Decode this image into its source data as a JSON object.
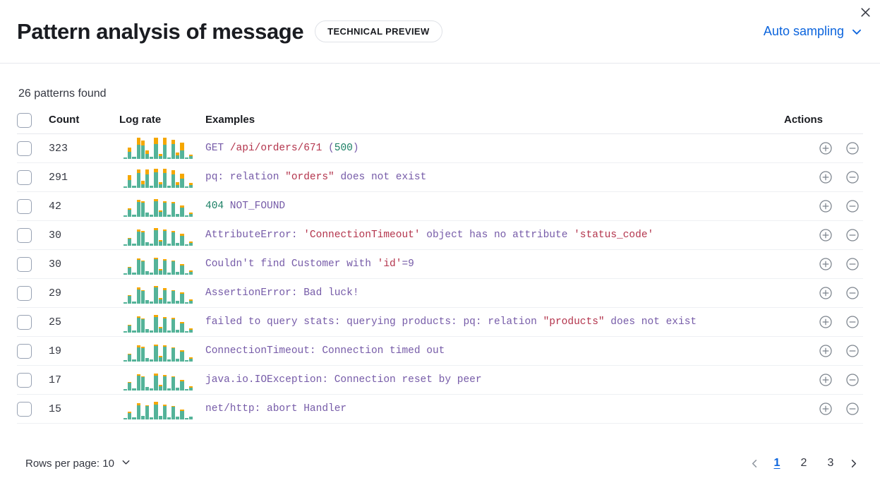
{
  "header": {
    "title": "Pattern analysis of message",
    "badge": "TECHNICAL PREVIEW",
    "sampling_label": "Auto sampling",
    "sampling_icon": "chevron-down-icon",
    "close_icon": "close-icon"
  },
  "summary": {
    "patterns_found": "26 patterns found"
  },
  "table": {
    "columns": {
      "select_all": "",
      "count": "Count",
      "log_rate": "Log rate",
      "examples": "Examples",
      "actions": "Actions"
    },
    "row_actions": {
      "include_icon": "plus-circle-icon",
      "exclude_icon": "minus-circle-icon"
    },
    "rows": [
      {
        "count": "323",
        "example": "GET /api/orders/671 (500)",
        "tokens": [
          {
            "t": "GET ",
            "c": "base"
          },
          {
            "t": "/api/orders/671",
            "c": "red"
          },
          {
            "t": " (",
            "c": "base"
          },
          {
            "t": "500",
            "c": "green"
          },
          {
            "t": ")",
            "c": "base"
          }
        ],
        "spark": [
          [
            2,
            0
          ],
          [
            11,
            7
          ],
          [
            3,
            0
          ],
          [
            25,
            12
          ],
          [
            21,
            9
          ],
          [
            8,
            6
          ],
          [
            3,
            0
          ],
          [
            26,
            11
          ],
          [
            5,
            3
          ],
          [
            23,
            12
          ],
          [
            2,
            0
          ],
          [
            24,
            7
          ],
          [
            6,
            4
          ],
          [
            14,
            12
          ],
          [
            2,
            0
          ],
          [
            4,
            3
          ]
        ]
      },
      {
        "count": "291",
        "example": "pq: relation \"orders\" does not exist",
        "tokens": [
          {
            "t": "pq: relation ",
            "c": "base"
          },
          {
            "t": "\"orders\"",
            "c": "red"
          },
          {
            "t": " does not exist",
            "c": "base"
          }
        ],
        "spark": [
          [
            2,
            0
          ],
          [
            12,
            8
          ],
          [
            3,
            0
          ],
          [
            24,
            6
          ],
          [
            6,
            5
          ],
          [
            22,
            8
          ],
          [
            3,
            0
          ],
          [
            25,
            6
          ],
          [
            6,
            3
          ],
          [
            24,
            7
          ],
          [
            3,
            0
          ],
          [
            22,
            6
          ],
          [
            5,
            4
          ],
          [
            15,
            8
          ],
          [
            2,
            0
          ],
          [
            5,
            3
          ]
        ]
      },
      {
        "count": "42",
        "example": "404 NOT_FOUND",
        "tokens": [
          {
            "t": "404",
            "c": "green"
          },
          {
            "t": " NOT_FOUND",
            "c": "base"
          }
        ],
        "spark": [
          [
            2,
            0
          ],
          [
            11,
            3
          ],
          [
            3,
            0
          ],
          [
            24,
            3
          ],
          [
            23,
            2
          ],
          [
            7,
            0
          ],
          [
            3,
            0
          ],
          [
            25,
            3
          ],
          [
            8,
            2
          ],
          [
            23,
            2
          ],
          [
            3,
            0
          ],
          [
            21,
            3
          ],
          [
            5,
            0
          ],
          [
            15,
            3
          ],
          [
            2,
            0
          ],
          [
            5,
            2
          ]
        ]
      },
      {
        "count": "30",
        "example": "AttributeError: 'ConnectionTimeout' object has no attribute 'status_code'",
        "tokens": [
          {
            "t": "AttributeError: ",
            "c": "base"
          },
          {
            "t": "'ConnectionTimeout'",
            "c": "red"
          },
          {
            "t": " object has no attribute ",
            "c": "base"
          },
          {
            "t": "'status_code'",
            "c": "red"
          }
        ],
        "spark": [
          [
            2,
            0
          ],
          [
            11,
            2
          ],
          [
            3,
            0
          ],
          [
            23,
            3
          ],
          [
            22,
            2
          ],
          [
            6,
            0
          ],
          [
            3,
            0
          ],
          [
            25,
            3
          ],
          [
            7,
            2
          ],
          [
            24,
            2
          ],
          [
            3,
            0
          ],
          [
            22,
            2
          ],
          [
            5,
            0
          ],
          [
            16,
            3
          ],
          [
            2,
            0
          ],
          [
            5,
            2
          ]
        ]
      },
      {
        "count": "30",
        "example": "Couldn't find Customer with 'id'=9",
        "tokens": [
          {
            "t": "Couldn't find Customer with ",
            "c": "base"
          },
          {
            "t": "'id'",
            "c": "red"
          },
          {
            "t": "=9",
            "c": "base"
          }
        ],
        "spark": [
          [
            2,
            0
          ],
          [
            11,
            2
          ],
          [
            3,
            0
          ],
          [
            24,
            2
          ],
          [
            21,
            2
          ],
          [
            6,
            0
          ],
          [
            3,
            0
          ],
          [
            25,
            2
          ],
          [
            7,
            2
          ],
          [
            23,
            2
          ],
          [
            3,
            0
          ],
          [
            21,
            2
          ],
          [
            5,
            0
          ],
          [
            15,
            2
          ],
          [
            2,
            0
          ],
          [
            5,
            2
          ]
        ]
      },
      {
        "count": "29",
        "example": "AssertionError: Bad luck!",
        "tokens": [
          {
            "t": "AssertionError: Bad luck!",
            "c": "base"
          }
        ],
        "spark": [
          [
            2,
            0
          ],
          [
            12,
            2
          ],
          [
            3,
            0
          ],
          [
            23,
            3
          ],
          [
            20,
            2
          ],
          [
            6,
            0
          ],
          [
            3,
            0
          ],
          [
            26,
            2
          ],
          [
            7,
            2
          ],
          [
            22,
            3
          ],
          [
            3,
            0
          ],
          [
            20,
            2
          ],
          [
            5,
            0
          ],
          [
            16,
            2
          ],
          [
            2,
            0
          ],
          [
            5,
            2
          ]
        ]
      },
      {
        "count": "25",
        "example": "failed to query stats: querying products: pq: relation \"products\" does not exist",
        "tokens": [
          {
            "t": "failed to query stats: querying products: pq: relation ",
            "c": "base"
          },
          {
            "t": "\"products\"",
            "c": "red"
          },
          {
            "t": " does not exist",
            "c": "base"
          }
        ],
        "spark": [
          [
            2,
            0
          ],
          [
            11,
            2
          ],
          [
            3,
            0
          ],
          [
            24,
            2
          ],
          [
            21,
            2
          ],
          [
            6,
            0
          ],
          [
            3,
            0
          ],
          [
            25,
            3
          ],
          [
            7,
            2
          ],
          [
            23,
            2
          ],
          [
            3,
            0
          ],
          [
            22,
            2
          ],
          [
            5,
            0
          ],
          [
            15,
            2
          ],
          [
            2,
            0
          ],
          [
            5,
            2
          ]
        ]
      },
      {
        "count": "19",
        "example": "ConnectionTimeout: Connection timed out",
        "tokens": [
          {
            "t": "ConnectionTimeout: Connection timed out",
            "c": "base"
          }
        ],
        "spark": [
          [
            2,
            0
          ],
          [
            11,
            2
          ],
          [
            3,
            0
          ],
          [
            23,
            3
          ],
          [
            22,
            2
          ],
          [
            6,
            0
          ],
          [
            3,
            0
          ],
          [
            25,
            2
          ],
          [
            7,
            2
          ],
          [
            24,
            2
          ],
          [
            3,
            0
          ],
          [
            21,
            2
          ],
          [
            5,
            0
          ],
          [
            16,
            2
          ],
          [
            2,
            0
          ],
          [
            5,
            2
          ]
        ]
      },
      {
        "count": "17",
        "example": "java.io.IOException: Connection reset by peer",
        "tokens": [
          {
            "t": "java.io.IOException: Connection reset by peer",
            "c": "base"
          }
        ],
        "spark": [
          [
            2,
            0
          ],
          [
            12,
            2
          ],
          [
            3,
            0
          ],
          [
            24,
            2
          ],
          [
            21,
            2
          ],
          [
            6,
            0
          ],
          [
            3,
            0
          ],
          [
            24,
            3
          ],
          [
            7,
            2
          ],
          [
            23,
            2
          ],
          [
            3,
            0
          ],
          [
            21,
            2
          ],
          [
            5,
            0
          ],
          [
            15,
            2
          ],
          [
            2,
            0
          ],
          [
            5,
            2
          ]
        ]
      },
      {
        "count": "15",
        "example": "net/http: abort Handler",
        "tokens": [
          {
            "t": "net/http: abort Handler",
            "c": "base"
          }
        ],
        "spark": [
          [
            2,
            0
          ],
          [
            10,
            3
          ],
          [
            3,
            0
          ],
          [
            23,
            3
          ],
          [
            6,
            0
          ],
          [
            21,
            2
          ],
          [
            3,
            0
          ],
          [
            24,
            4
          ],
          [
            6,
            0
          ],
          [
            22,
            2
          ],
          [
            3,
            0
          ],
          [
            20,
            2
          ],
          [
            5,
            0
          ],
          [
            14,
            2
          ],
          [
            2,
            0
          ],
          [
            4,
            0
          ]
        ]
      }
    ]
  },
  "footer": {
    "rows_per_page_label": "Rows per page: 10",
    "rows_per_page_icon": "chevron-down-icon",
    "prev_icon": "chevron-left-icon",
    "next_icon": "chevron-right-icon",
    "pages": [
      "1",
      "2",
      "3"
    ],
    "active_page": "1"
  },
  "colors": {
    "accent_link": "#0b64dd",
    "spark_primary": "#54b399",
    "spark_secondary": "#f5a700",
    "token_base": "#765ba8",
    "token_red": "#b3344c",
    "token_green": "#1a7f64"
  }
}
